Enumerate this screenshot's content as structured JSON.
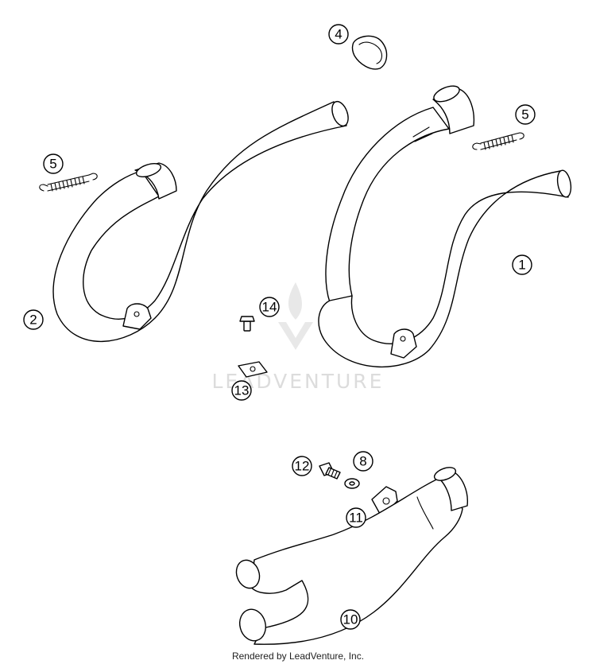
{
  "callouts": {
    "c1": "1",
    "c2": "2",
    "c4": "4",
    "c5a": "5",
    "c5b": "5",
    "c8": "8",
    "c10": "10",
    "c11": "11",
    "c12": "12",
    "c13": "13",
    "c14": "14"
  },
  "watermark": {
    "text": "LEADVENTURE",
    "color": "#dcdcdc"
  },
  "footer": {
    "text": "Rendered by LeadVenture, Inc."
  }
}
